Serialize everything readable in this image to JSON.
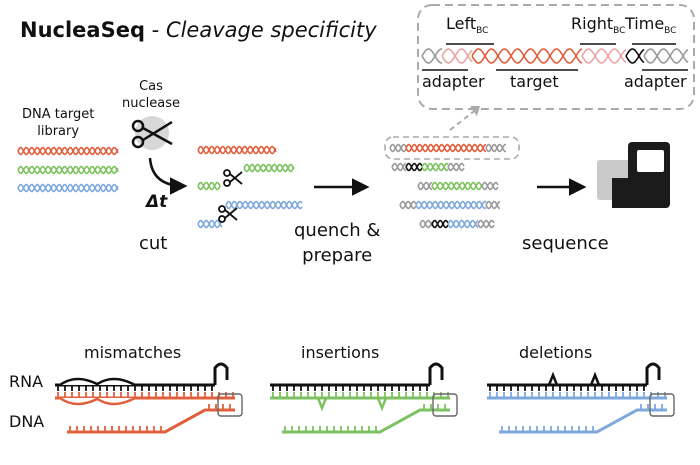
{
  "title": {
    "bold": "NucleaSeq",
    "dash": " - ",
    "italic": "Cleavage specificity"
  },
  "library_label": "DNA target\nlibrary",
  "enzyme_label": "Cas\nnuclease",
  "delta_t": "Δt",
  "steps": {
    "cut": "cut",
    "quench": "quench &\nprepare",
    "sequence": "sequence"
  },
  "inset": {
    "left": "Left",
    "left_sub": "BC",
    "right": "Right",
    "right_sub": "BC",
    "time": "Time",
    "time_sub": "BC",
    "adapter_left": "adapter",
    "target": "target",
    "adapter_right": "adapter"
  },
  "panels": {
    "mismatches": "mismatches",
    "insertions": "insertions",
    "deletions": "deletions"
  },
  "rows": {
    "rna": "RNA",
    "dna": "DNA"
  },
  "colors": {
    "red": "#e0603e",
    "green": "#7cc260",
    "blue": "#7ea9dc",
    "grey": "#9a9a9a",
    "black": "#111111"
  }
}
